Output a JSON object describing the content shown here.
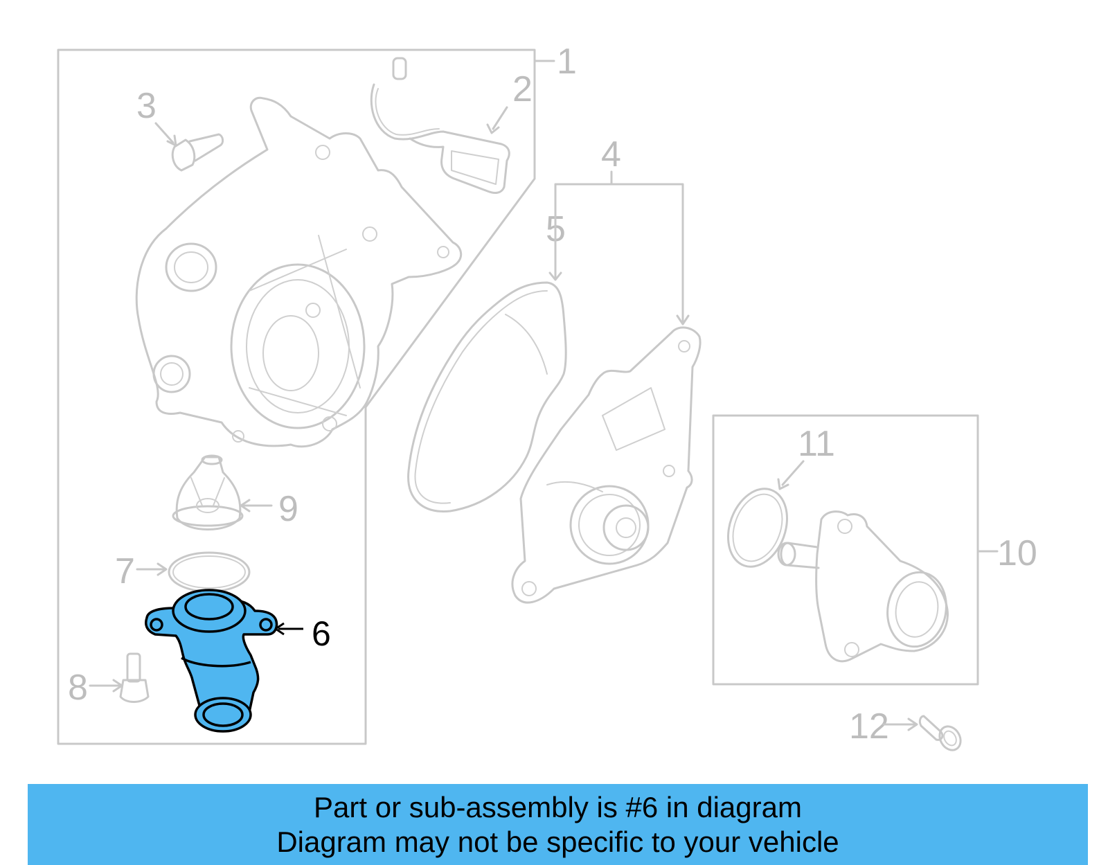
{
  "callouts": {
    "c1": "1",
    "c2": "2",
    "c3": "3",
    "c4": "4",
    "c5": "5",
    "c6": "6",
    "c7": "7",
    "c8": "8",
    "c9": "9",
    "c10": "10",
    "c11": "11",
    "c12": "12"
  },
  "highlight_color": "#4fb6f0",
  "banner": {
    "line1": "Part or sub-assembly is #6 in diagram",
    "line2": "Diagram may not be specific to your vehicle",
    "background": "#4fb6f0"
  }
}
